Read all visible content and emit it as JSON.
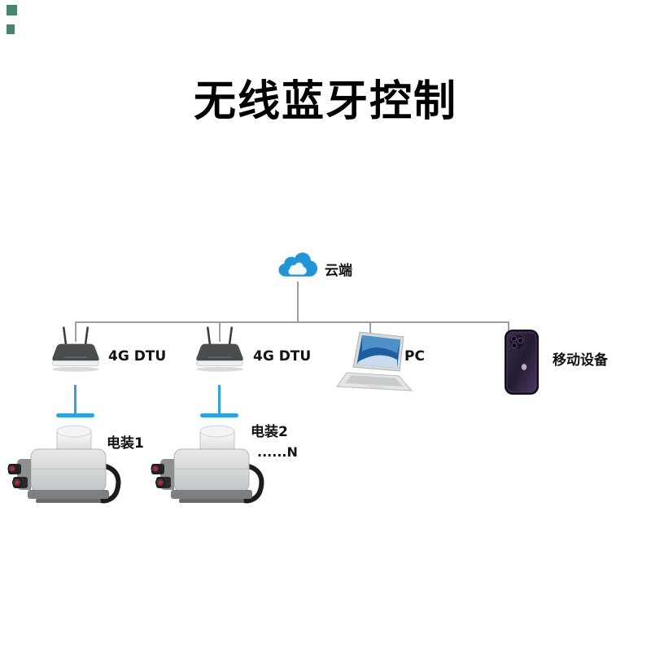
{
  "title": "无线蓝牙控制",
  "cloud": {
    "label": "云端"
  },
  "devices": {
    "dtu1": {
      "label": "4G DTU"
    },
    "dtu2": {
      "label": "4G DTU"
    },
    "pc": {
      "label": "PC"
    },
    "mobile": {
      "label": "移动设备"
    }
  },
  "actuators": {
    "a1": {
      "label": "电装1"
    },
    "a2": {
      "label": "电装2",
      "ellipsis": "......N"
    }
  },
  "colors": {
    "cloud_blue": "#2196d6",
    "link_blue": "#2aa3e0",
    "connector_gray": "#9aa0a6",
    "title_black": "#000000"
  }
}
